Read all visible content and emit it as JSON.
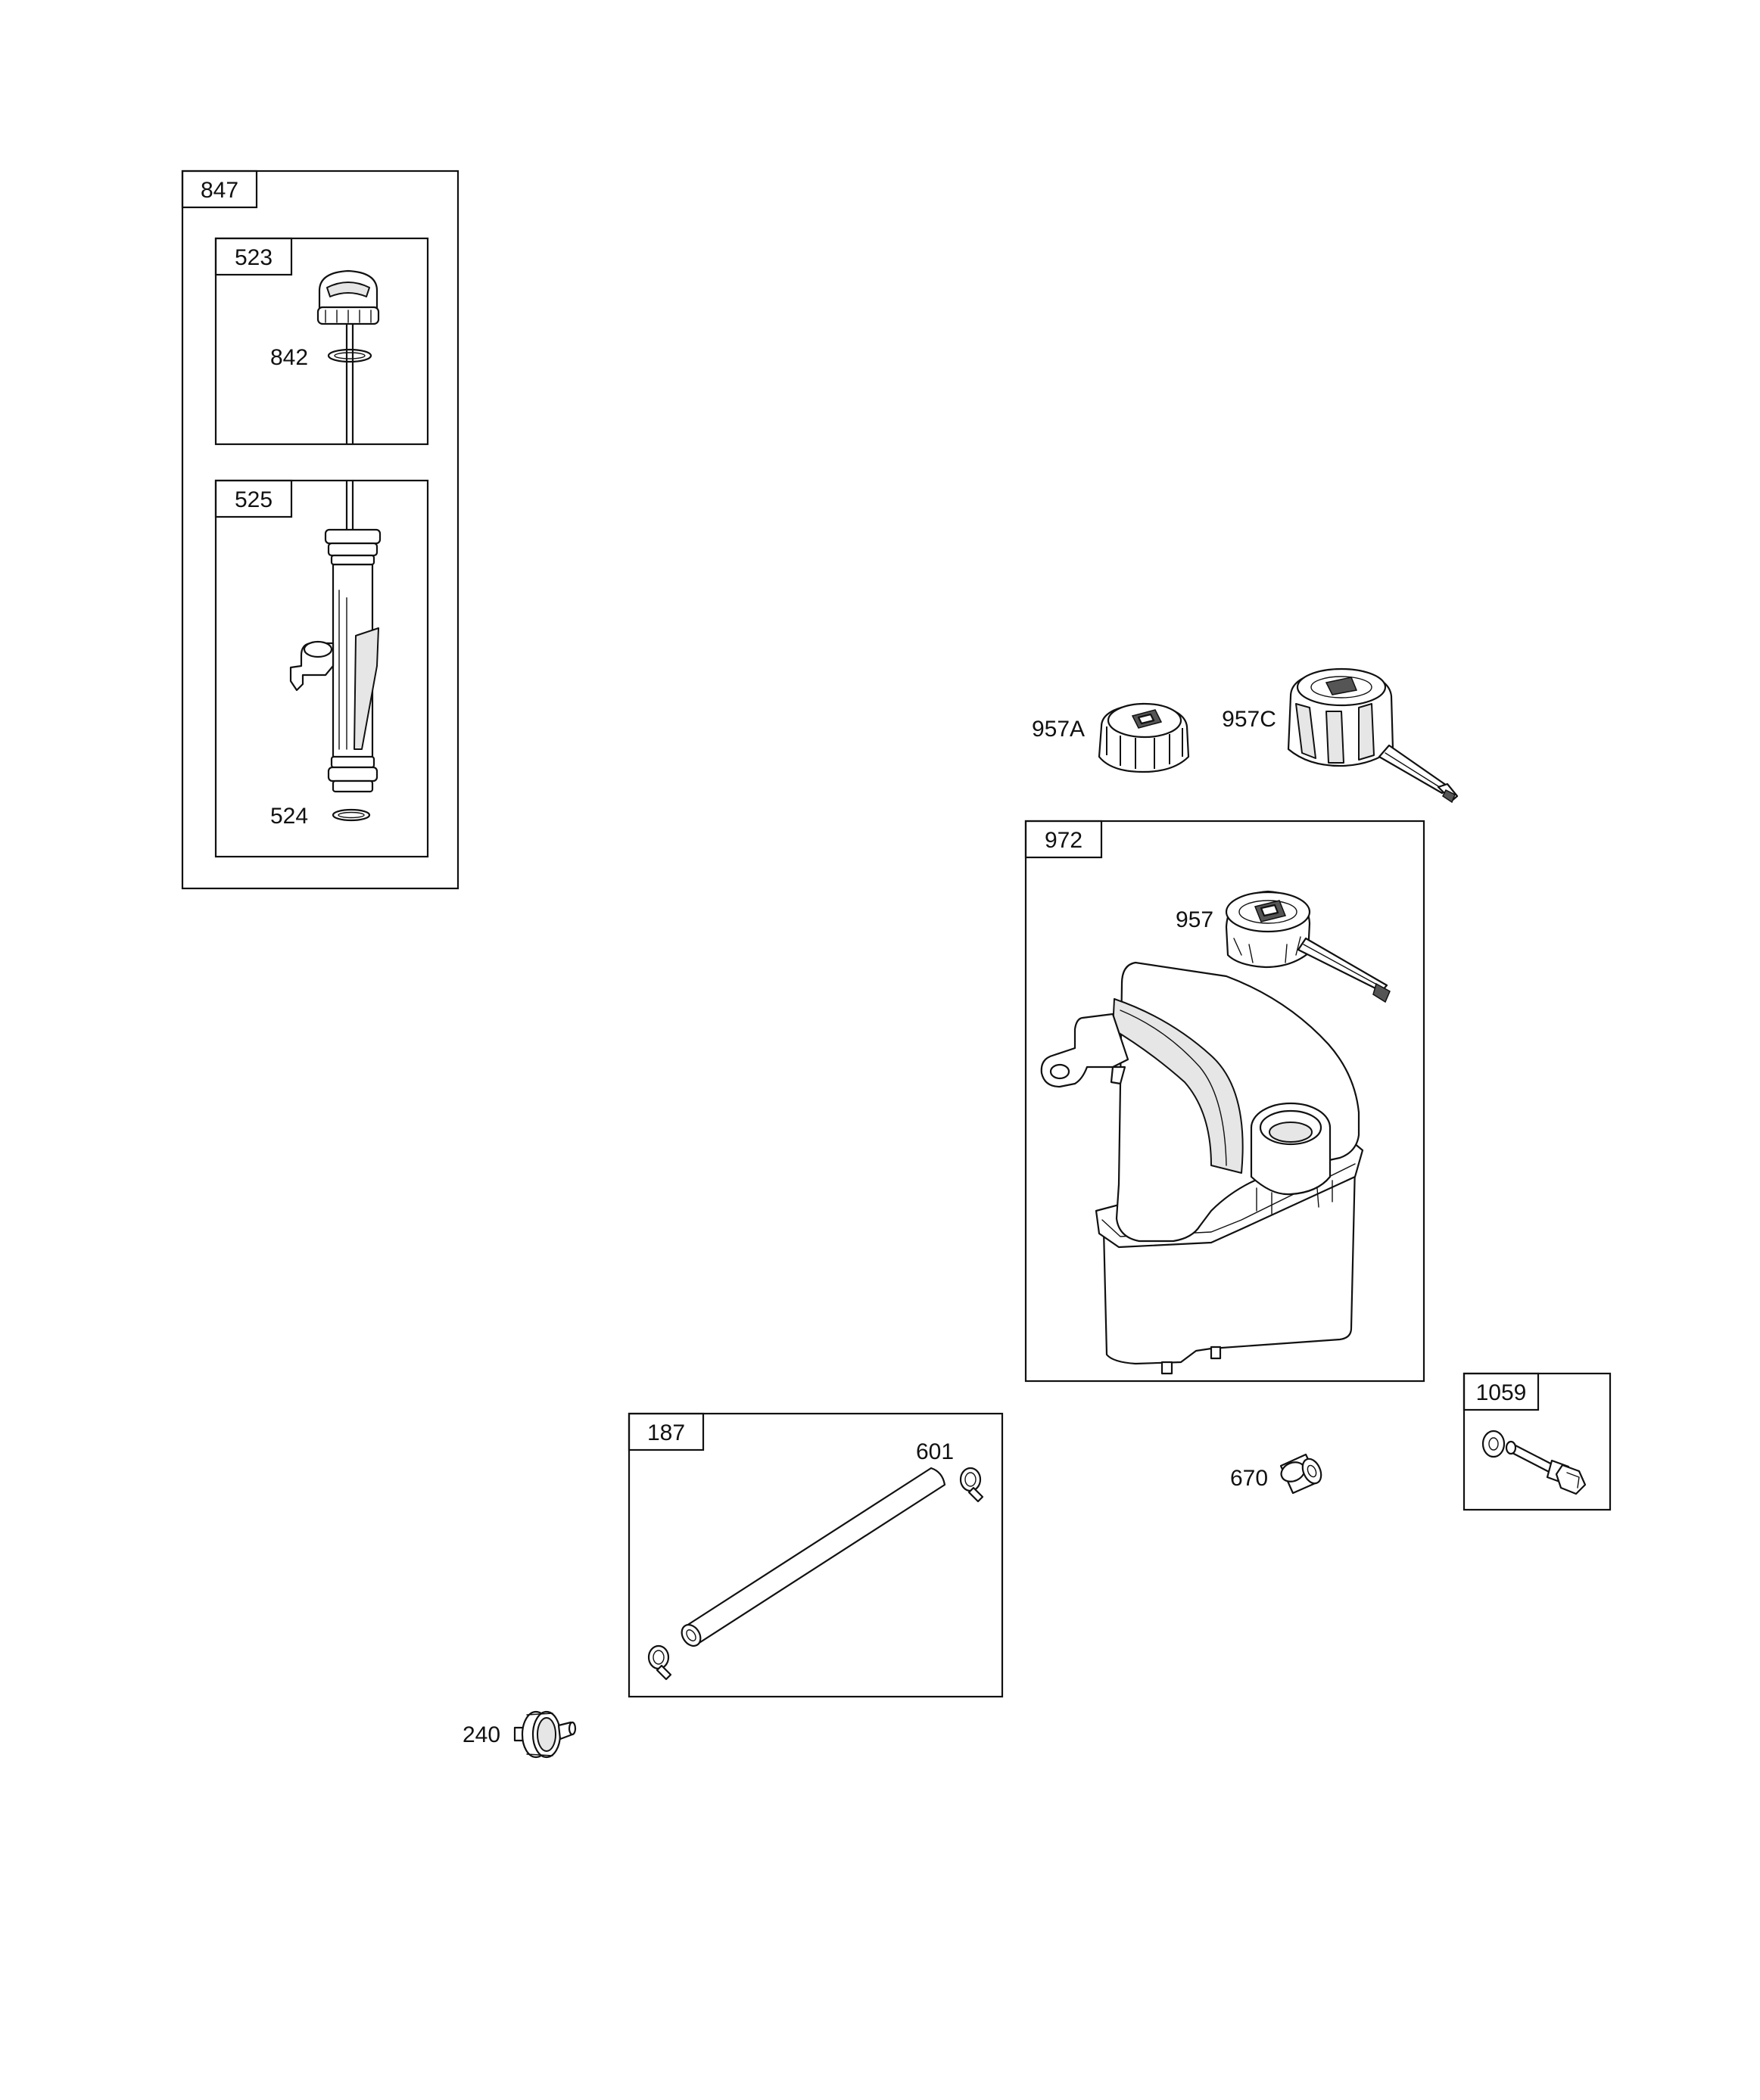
{
  "groups": {
    "g847": "847",
    "g523": "523",
    "g525": "525",
    "g972": "972",
    "g187": "187",
    "g1059": "1059"
  },
  "callouts": {
    "c842": "842",
    "c524": "524",
    "c957A": "957A",
    "c957C": "957C",
    "c957": "957",
    "c601": "601",
    "c670": "670",
    "c240": "240"
  }
}
